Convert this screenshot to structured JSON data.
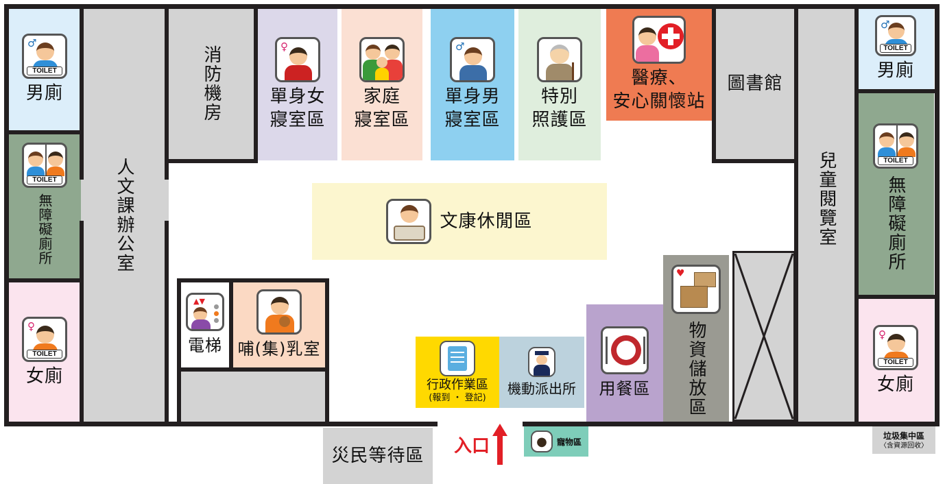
{
  "colors": {
    "wall": "#231f20",
    "male": "#dceefa",
    "female": "#fbe4ee",
    "accessible": "#8fa88f",
    "gray": "#d3d3d3",
    "single_female": "#dcd8ea",
    "family": "#fbe0d3",
    "single_male": "#8ed0f0",
    "special": "#dfeedd",
    "medical": "#ef7b52",
    "leisure": "#fcf6cf",
    "nursing": "#fbd9c3",
    "admin": "#ffd900",
    "police": "#bcd2dd",
    "dining": "#b9a3cd",
    "supplies": "#9a9a92",
    "pet": "#7ecdb9"
  },
  "icons": {
    "male": "boy-icon",
    "female": "girl-icon",
    "accessible": "boy-girl-icon",
    "family": "family-icon",
    "elderly": "elderly-icon",
    "medical": "medical-cross-icon",
    "reading": "reader-icon",
    "elevator": "elevator-icon",
    "nursing": "mother-baby-icon",
    "admin": "clipboard-icon",
    "police": "police-icon",
    "dining": "plate-icon",
    "supplies": "boxes-icon",
    "pet": "paw-icon",
    "entrance": "up-arrow-icon"
  },
  "symbols": {
    "male": "♂",
    "female": "♀",
    "toilet": "TOILET"
  },
  "rooms": {
    "male_left": "男廁",
    "male_right": "男廁",
    "accessible_left": "無障礙廁所",
    "accessible_right": "無障礙廁所",
    "female_left": "女廁",
    "female_right": "女廁",
    "humanities_office": "人文課辦公室",
    "fire_room": "消防機房",
    "single_female": [
      "單身女",
      "寢室區"
    ],
    "family": [
      "家庭",
      "寢室區"
    ],
    "single_male": [
      "單身男",
      "寢室區"
    ],
    "special_care": [
      "特別",
      "照護區"
    ],
    "medical": [
      "醫療、",
      "安心關懷站"
    ],
    "library": "圖書館",
    "children_reading": "兒童閱覽室",
    "leisure": "文康休閒區",
    "elevator": "電梯",
    "nursing": "哺(集)乳室",
    "admin": "行政作業區",
    "admin_sub": "(報到 ・ 登記)",
    "police": "機動派出所",
    "dining": "用餐區",
    "supplies": "物資儲放區",
    "waiting": "災民等待區",
    "entrance": "入口",
    "pet": "寵物區",
    "garbage": "垃圾集中區",
    "garbage_sub": "〈含資源回收〉"
  }
}
